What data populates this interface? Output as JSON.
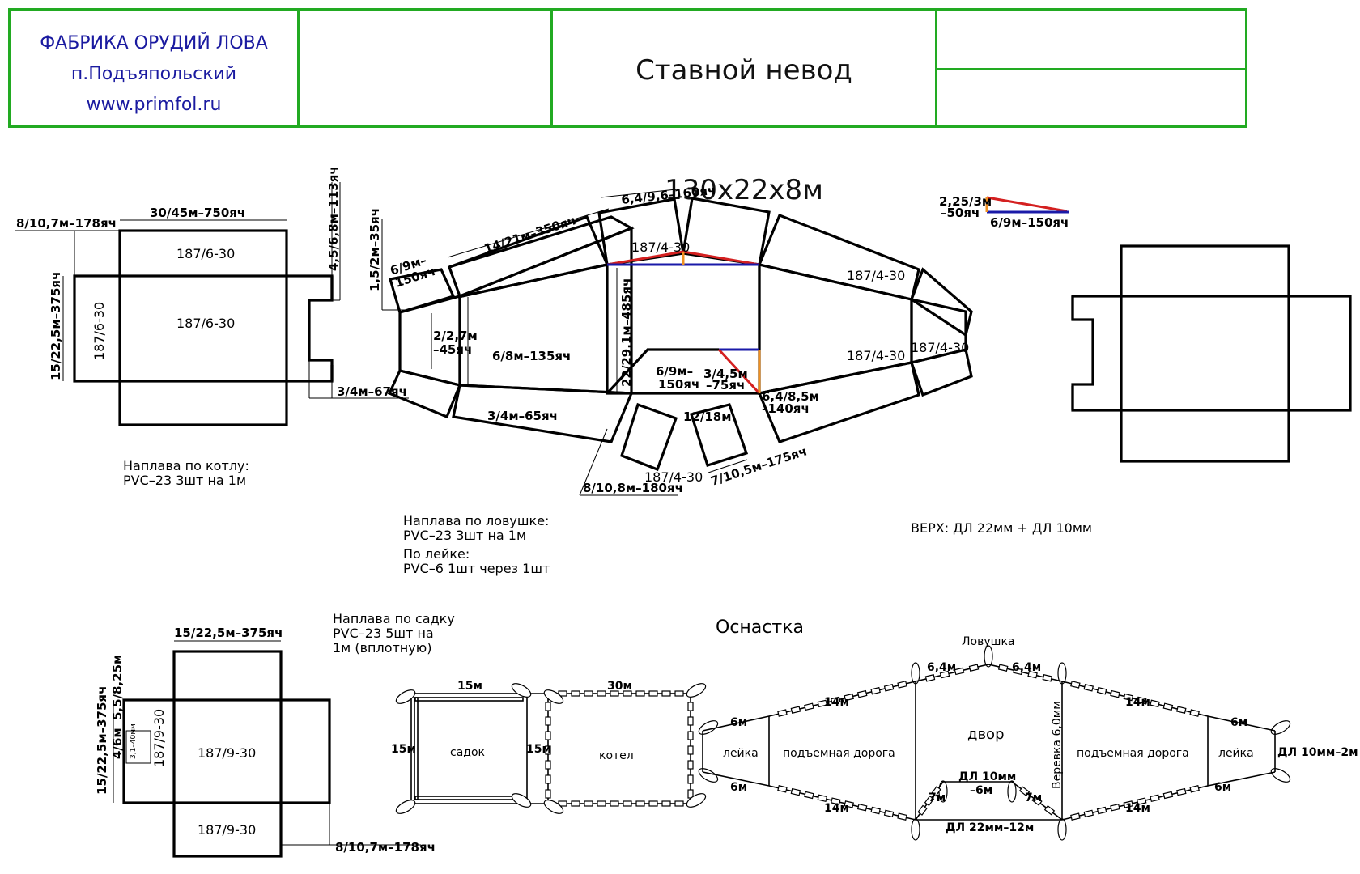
{
  "title_block": {
    "company_name": "ФАБРИКА ОРУДИЙ ЛОВА",
    "company_location": "п.Подъяпольский",
    "company_site": "www.primfol.ru",
    "drawing_title": "Ставной невод 130х22х8м",
    "border_color": "#22aa22",
    "company_color": "#1a1aa0"
  },
  "kotel": {
    "top_width": "30/45м–750яч",
    "side_height": "15/22,5м–375яч",
    "left_offset": "8/10,7м–178яч",
    "right_tab": "4,5/6,8м–113яч",
    "tab_bottom": "3/4м–67яч",
    "panel_top": "187/6-30",
    "panel_center": "187/6-30",
    "panel_side": "187/6-30",
    "note_line1": "Наплава по котлу:",
    "note_line2": "PVC–23 3шт на 1м"
  },
  "trap": {
    "dim_1_5": "1,5/2м–35яч",
    "dim_6_9_a": "6/9м–",
    "dim_6_9_b": "150яч",
    "dim_14_21": "14/21м–350яч",
    "dim_6_4_top": "6,4/9,6–160яч",
    "dim_2_2_7_a": "2/2,7м",
    "dim_2_2_7_b": "–45яч",
    "dim_6_8": "6/8м–135яч",
    "dim_3_4": "3/4м–65яч",
    "dim_22_29": "22/29,1м–485яч",
    "dim_inner_6_9_a": "6/9м–",
    "dim_inner_6_9_b": "150яч",
    "dim_3_4_5_a": "3/4,5м",
    "dim_3_4_5_b": "–75яч",
    "dim_6_4_8_5_a": "6,4/8,5м",
    "dim_6_4_8_5_b": "–140яч",
    "dim_12_18": "12/18м",
    "dim_8_10_8": "8/10,8м–180яч",
    "dim_7_10_5": "7/10,5м–175яч",
    "panel_top_center": "187/4-30",
    "panel_right_top": "187/4-30",
    "panel_right_mid": "187/4-30",
    "panel_right_end": "187/4-30",
    "panel_bottom": "187/4-30",
    "legend_a": "2,25/3м",
    "legend_b": "–50яч",
    "legend_c": "6/9м–150яч",
    "note_line1": "Наплава по ловушке:",
    "note_line2": "PVC–23 3шт на 1м",
    "note_line3": "По лейке:",
    "note_line4": "PVC–6 1шт через 1шт",
    "top_rope": "ВЕРХ:  ДЛ  22мм  +  ДЛ  10мм",
    "colors": {
      "red": "#d42020",
      "blue": "#1a1aa8",
      "orange": "#f09020"
    }
  },
  "sadok": {
    "top_width": "15/22,5м–375яч",
    "side_height": "15/22,5м–375яч",
    "dim_4_6": "4/6м",
    "dim_5_5": "5,5/8,25м",
    "opening": "3,1–40мм",
    "panel_center": "187/9-30",
    "panel_side": "187/9-30",
    "panel_bottom": "187/9-30",
    "bottom_dim": "8/10,7м–178яч",
    "note_line1": "Наплава по садку",
    "note_line2": "PVC–23 5шт на",
    "note_line3": "1м (вплотную)"
  },
  "rigging": {
    "title": "Оснастка",
    "sadok_label": "садок",
    "sadok_top": "15м",
    "sadok_side": "15м",
    "sadok_right": "15м",
    "kotel_label": "котел",
    "kotel_top": "30м",
    "trap_label": "Ловушка",
    "yard_label": "двор",
    "road_left": "подъемная дорога",
    "road_right": "подъемная дорога",
    "funnel_left": "лейка",
    "funnel_right": "лейка",
    "seg_6m": "6м",
    "seg_14m": "14м",
    "seg_6_4m": "6,4м",
    "seg_7m": "7м",
    "rope_dl10": "ДЛ  10мм",
    "rope_dl10_len": "–6м",
    "rope_dl22": "ДЛ  22мм–12м",
    "rope_vertical": "Веревка  6,0мм",
    "rope_end": "ДЛ  10мм–2м"
  }
}
